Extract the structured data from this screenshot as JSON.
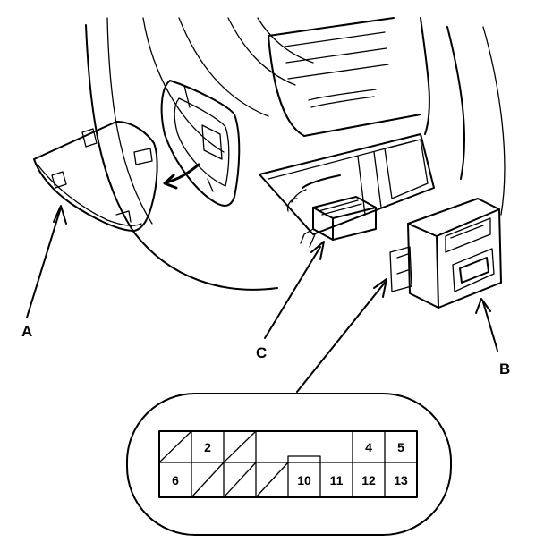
{
  "labels": {
    "a": "A",
    "b": "B",
    "c": "C"
  },
  "connector": {
    "pins": [
      "2",
      "4",
      "5",
      "6",
      "10",
      "11",
      "12",
      "13"
    ]
  }
}
